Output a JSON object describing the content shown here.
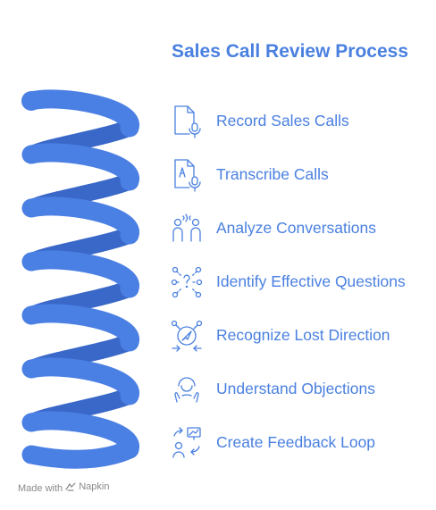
{
  "title": "Sales Call Review Process",
  "steps": [
    {
      "label": "Record Sales Calls",
      "icon": "document-microphone-icon"
    },
    {
      "label": "Transcribe Calls",
      "icon": "transcription-document-icon"
    },
    {
      "label": "Analyze Conversations",
      "icon": "two-people-talking-icon"
    },
    {
      "label": "Identify Effective Questions",
      "icon": "question-network-icon"
    },
    {
      "label": "Recognize Lost Direction",
      "icon": "compass-direction-icon"
    },
    {
      "label": "Understand Objections",
      "icon": "person-listening-icon"
    },
    {
      "label": "Create Feedback Loop",
      "icon": "feedback-loop-icon"
    }
  ],
  "footer": {
    "prefix": "Made with",
    "brand": "Napkin"
  },
  "colors": {
    "accent": "#4a80e0",
    "spring": "#4a7fe3",
    "spring_dark": "#3a68c8",
    "footer": "#8a8a8a"
  }
}
